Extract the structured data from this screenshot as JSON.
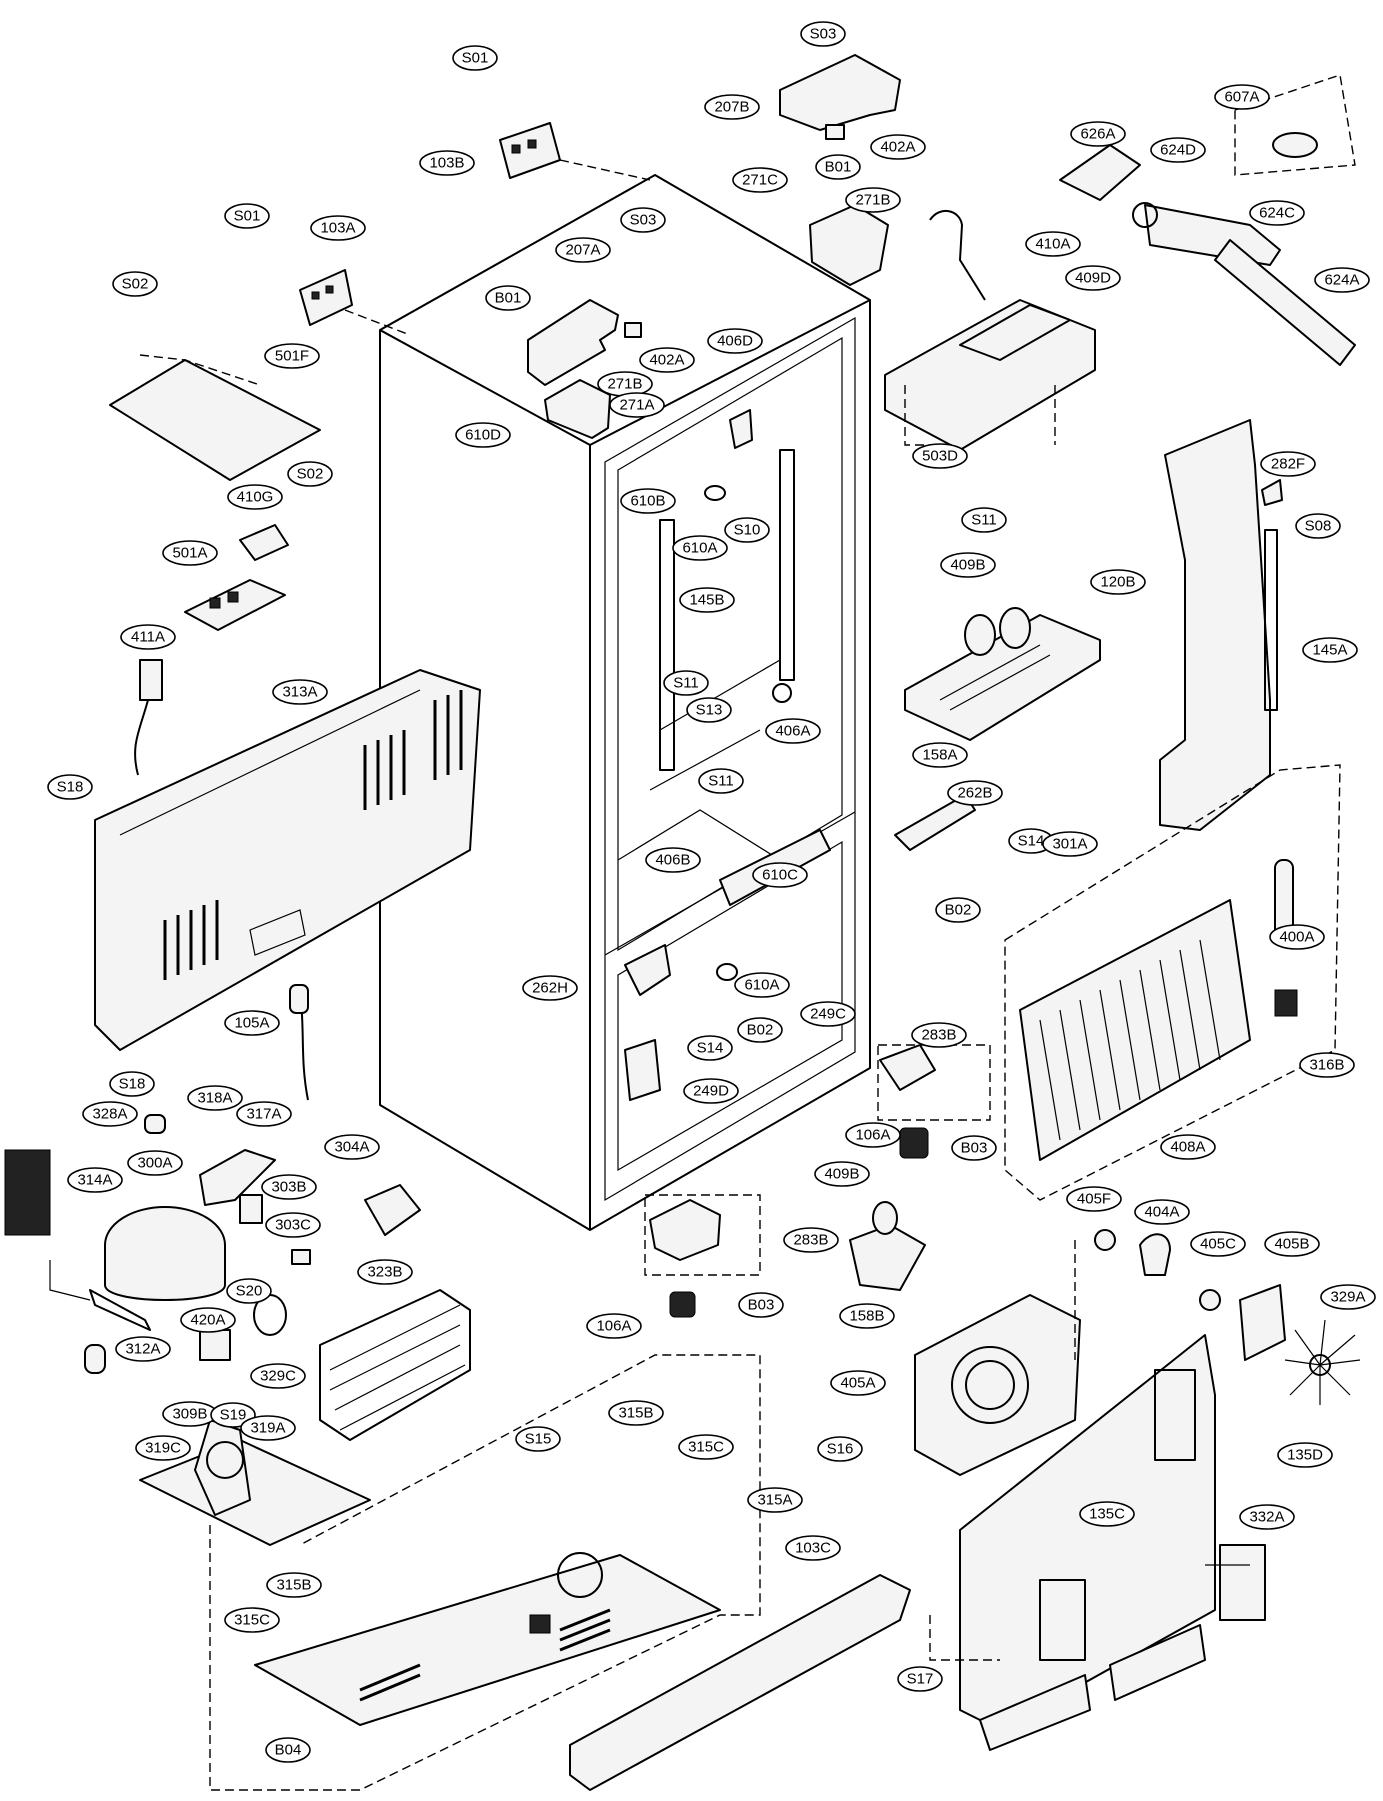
{
  "diagram": {
    "labels": [
      {
        "id": "S01",
        "text": "S01"
      },
      {
        "id": "103B",
        "text": "103B"
      },
      {
        "id": "S03_top",
        "text": "S03"
      },
      {
        "id": "207B",
        "text": "207B"
      },
      {
        "id": "402A_top",
        "text": "402A"
      },
      {
        "id": "607A",
        "text": "607A"
      },
      {
        "id": "B01_top",
        "text": "B01"
      },
      {
        "id": "271C",
        "text": "271C"
      },
      {
        "id": "271B_top",
        "text": "271B"
      },
      {
        "id": "626A",
        "text": "626A"
      },
      {
        "id": "624D",
        "text": "624D"
      },
      {
        "id": "624C",
        "text": "624C"
      },
      {
        "id": "624A",
        "text": "624A"
      },
      {
        "id": "410A",
        "text": "410A"
      },
      {
        "id": "409D",
        "text": "409D"
      },
      {
        "id": "S01_left",
        "text": "S01"
      },
      {
        "id": "103A",
        "text": "103A"
      },
      {
        "id": "S03_mid",
        "text": "S03"
      },
      {
        "id": "207A",
        "text": "207A"
      },
      {
        "id": "B01_mid",
        "text": "B01"
      },
      {
        "id": "402A_mid",
        "text": "402A"
      },
      {
        "id": "406D",
        "text": "406D"
      },
      {
        "id": "271B_mid",
        "text": "271B"
      },
      {
        "id": "271A",
        "text": "271A"
      },
      {
        "id": "S02_top",
        "text": "S02"
      },
      {
        "id": "501F",
        "text": "501F"
      },
      {
        "id": "610D",
        "text": "610D"
      },
      {
        "id": "503D",
        "text": "503D"
      },
      {
        "id": "S11_top",
        "text": "S11"
      },
      {
        "id": "282F",
        "text": "282F"
      },
      {
        "id": "S08",
        "text": "S08"
      },
      {
        "id": "120B",
        "text": "120B"
      },
      {
        "id": "S02_mid",
        "text": "S02"
      },
      {
        "id": "410G",
        "text": "410G"
      },
      {
        "id": "610B",
        "text": "610B"
      },
      {
        "id": "610A_top",
        "text": "610A"
      },
      {
        "id": "S10",
        "text": "S10"
      },
      {
        "id": "409B_top",
        "text": "409B"
      },
      {
        "id": "145A",
        "text": "145A"
      },
      {
        "id": "501A",
        "text": "501A"
      },
      {
        "id": "145B",
        "text": "145B"
      },
      {
        "id": "411A",
        "text": "411A"
      },
      {
        "id": "313A",
        "text": "313A"
      },
      {
        "id": "S11_mid",
        "text": "S11"
      },
      {
        "id": "S13",
        "text": "S13"
      },
      {
        "id": "406A",
        "text": "406A"
      },
      {
        "id": "158A",
        "text": "158A"
      },
      {
        "id": "S11_low",
        "text": "S11"
      },
      {
        "id": "S18_top",
        "text": "S18"
      },
      {
        "id": "262B",
        "text": "262B"
      },
      {
        "id": "S14_right",
        "text": "S14"
      },
      {
        "id": "301A",
        "text": "301A"
      },
      {
        "id": "B02_right",
        "text": "B02"
      },
      {
        "id": "406B",
        "text": "406B"
      },
      {
        "id": "610C",
        "text": "610C"
      },
      {
        "id": "400A",
        "text": "400A"
      },
      {
        "id": "262H",
        "text": "262H"
      },
      {
        "id": "610A_low",
        "text": "610A"
      },
      {
        "id": "249C",
        "text": "249C"
      },
      {
        "id": "B02_low",
        "text": "B02"
      },
      {
        "id": "105A",
        "text": "105A"
      },
      {
        "id": "283B_right",
        "text": "283B"
      },
      {
        "id": "S14_low",
        "text": "S14"
      },
      {
        "id": "316B",
        "text": "316B"
      },
      {
        "id": "S18_low",
        "text": "S18"
      },
      {
        "id": "318A",
        "text": "318A"
      },
      {
        "id": "317A",
        "text": "317A"
      },
      {
        "id": "249D",
        "text": "249D"
      },
      {
        "id": "B03_right",
        "text": "B03"
      },
      {
        "id": "328A",
        "text": "328A"
      },
      {
        "id": "106A_right",
        "text": "106A"
      },
      {
        "id": "408A",
        "text": "408A"
      },
      {
        "id": "304A",
        "text": "304A"
      },
      {
        "id": "314A",
        "text": "314A"
      },
      {
        "id": "300A",
        "text": "300A"
      },
      {
        "id": "409B_low",
        "text": "409B"
      },
      {
        "id": "405F",
        "text": "405F"
      },
      {
        "id": "404A",
        "text": "404A"
      },
      {
        "id": "303B",
        "text": "303B"
      },
      {
        "id": "283B_low",
        "text": "283B"
      },
      {
        "id": "405C",
        "text": "405C"
      },
      {
        "id": "405B",
        "text": "405B"
      },
      {
        "id": "303C",
        "text": "303C"
      },
      {
        "id": "323B",
        "text": "323B"
      },
      {
        "id": "S20",
        "text": "S20"
      },
      {
        "id": "B03_low",
        "text": "B03"
      },
      {
        "id": "329A",
        "text": "329A"
      },
      {
        "id": "420A",
        "text": "420A"
      },
      {
        "id": "158B",
        "text": "158B"
      },
      {
        "id": "312A",
        "text": "312A"
      },
      {
        "id": "106A_low",
        "text": "106A"
      },
      {
        "id": "329C",
        "text": "329C"
      },
      {
        "id": "405A",
        "text": "405A"
      },
      {
        "id": "309B",
        "text": "309B"
      },
      {
        "id": "S19",
        "text": "S19"
      },
      {
        "id": "319A",
        "text": "319A"
      },
      {
        "id": "315B_top",
        "text": "315B"
      },
      {
        "id": "S15",
        "text": "S15"
      },
      {
        "id": "319C",
        "text": "319C"
      },
      {
        "id": "315C_top",
        "text": "315C"
      },
      {
        "id": "S16",
        "text": "S16"
      },
      {
        "id": "135D",
        "text": "135D"
      },
      {
        "id": "315A",
        "text": "315A"
      },
      {
        "id": "135C",
        "text": "135C"
      },
      {
        "id": "332A",
        "text": "332A"
      },
      {
        "id": "103C",
        "text": "103C"
      },
      {
        "id": "315B_low",
        "text": "315B"
      },
      {
        "id": "315C_low",
        "text": "315C"
      },
      {
        "id": "S17",
        "text": "S17"
      },
      {
        "id": "B04",
        "text": "B04"
      }
    ]
  }
}
